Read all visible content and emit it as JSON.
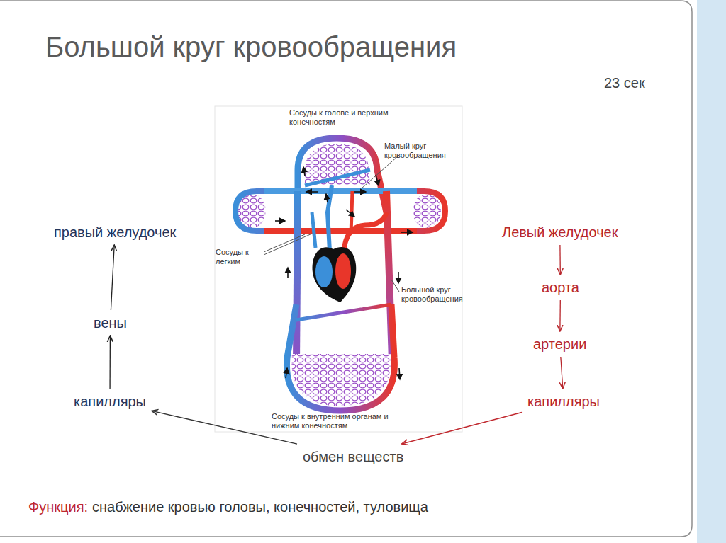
{
  "diagram": {
    "title": "Большой круг кровообращения",
    "nodes": [
      {
        "text": [
          "правый желудочек"
        ]
      },
      {
        "text": [
          "вены"
        ]
      },
      {
        "text": [
          "капилляры"
        ]
      },
      {
        "text": [
          "Левый желудочек"
        ]
      },
      {
        "text": [
          "аорта"
        ]
      },
      {
        "text": [
          "артерии"
        ]
      },
      {
        "text": [
          "капилляры"
        ]
      },
      {
        "text": [
          "обмен веществ"
        ]
      }
    ],
    "edges": [
      {
        "from": 2,
        "to": 1,
        "arrow": "to"
      },
      {
        "from": 1,
        "to": 0,
        "arrow": "to"
      },
      {
        "from": 3,
        "to": 4,
        "arrow": "to"
      },
      {
        "from": 4,
        "to": 5,
        "arrow": "to"
      },
      {
        "from": 5,
        "to": 6,
        "arrow": "to"
      },
      {
        "from": 6,
        "to": 7,
        "arrow": "to"
      },
      {
        "from": 7,
        "to": 2,
        "arrow": "to"
      }
    ],
    "labels": [
      "23 сек",
      "Сосуды к голове и верхним конечностям",
      "Малый круг кровообращения",
      "Сосуды к легким",
      "Большой круг кровообращения",
      "Сосуды к внутренним органам и нижним конечностям",
      "Функция:",
      "снабжение кровью головы, конечностей, туловища"
    ]
  }
}
